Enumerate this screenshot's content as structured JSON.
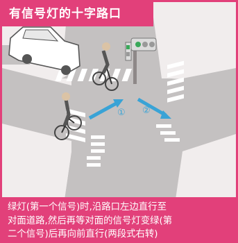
{
  "title": "有信号灯的十字路口",
  "step_markers": [
    "①",
    "②"
  ],
  "caption_lines": [
    "绿灯(第一个信号)时,沿路口左边直行至",
    "对面道路,然后再等对面的信号灯变绿(第",
    "二个信号)后再向前直行(两段式右转)"
  ],
  "colors": {
    "accent": "#e2407a",
    "road": "#c4c1c1",
    "sidewalk": "#f1eded",
    "crosswalk": "#ffffff",
    "arrow": "#39a3d6",
    "signal_pole": "#8e8888"
  }
}
